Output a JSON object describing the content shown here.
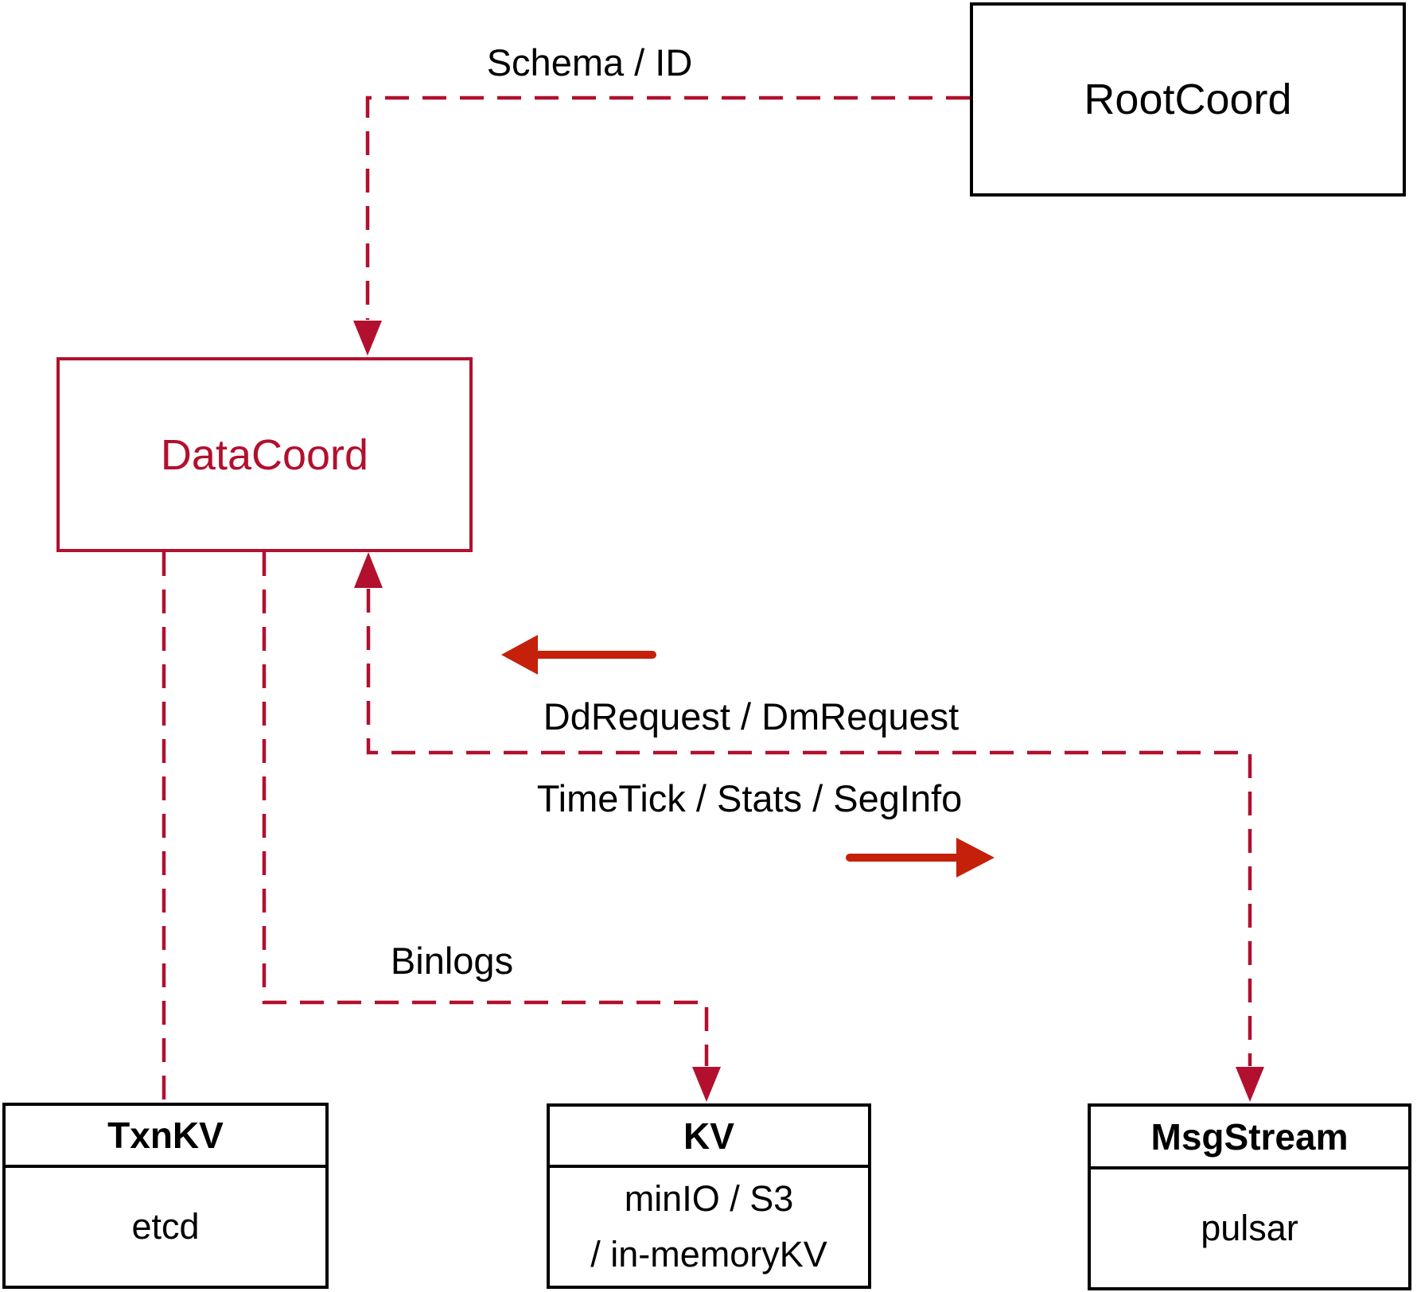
{
  "diagram": {
    "colors": {
      "dashed_red": "#B2102E",
      "solid_red": "#C4200A",
      "node_border_black": "#000000",
      "background": "#ffffff"
    },
    "nodes": {
      "rootcoord": {
        "label": "RootCoord"
      },
      "datacoord": {
        "label": "DataCoord"
      },
      "txnkv": {
        "title": "TxnKV",
        "body": "etcd"
      },
      "kv": {
        "title": "KV",
        "body_line1": "minIO / S3",
        "body_line2": "/ in-memoryKV"
      },
      "msgstream": {
        "title": "MsgStream",
        "body": "pulsar"
      }
    },
    "edges": {
      "schema_id": {
        "label": "Schema / ID"
      },
      "dd_request": {
        "label": "DdRequest / DmRequest"
      },
      "time_tick": {
        "label": "TimeTick / Stats / SegInfo"
      },
      "binlogs": {
        "label": "Binlogs"
      }
    }
  }
}
